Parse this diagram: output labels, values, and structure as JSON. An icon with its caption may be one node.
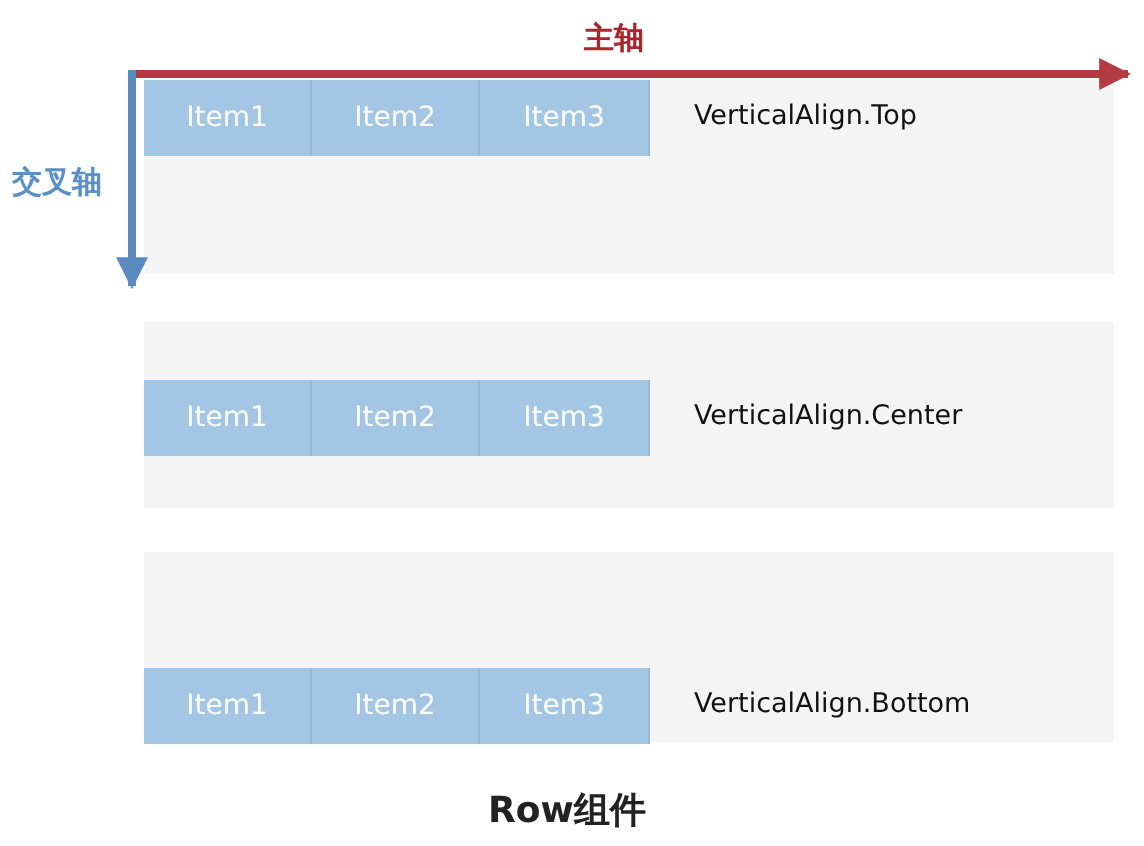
{
  "diagram": {
    "caption": "Row组件",
    "nodes": [
      {
        "text": [
          "VerticalAlign.Top"
        ]
      },
      {
        "text": [
          "Item1"
        ],
        "in": 0
      },
      {
        "text": [
          "Item2"
        ],
        "in": 0
      },
      {
        "text": [
          "Item3"
        ],
        "in": 0
      },
      {
        "text": [
          "VerticalAlign.Center"
        ]
      },
      {
        "text": [
          "Item1"
        ],
        "in": 4
      },
      {
        "text": [
          "Item2"
        ],
        "in": 4
      },
      {
        "text": [
          "Item3"
        ],
        "in": 4
      },
      {
        "text": [
          "VerticalAlign.Bottom"
        ]
      },
      {
        "text": [
          "Item1"
        ],
        "in": 8
      },
      {
        "text": [
          "Item2"
        ],
        "in": 8
      },
      {
        "text": [
          "Item3"
        ],
        "in": 8
      }
    ],
    "edges": [],
    "labels": [
      "主轴",
      "交叉轴"
    ]
  }
}
